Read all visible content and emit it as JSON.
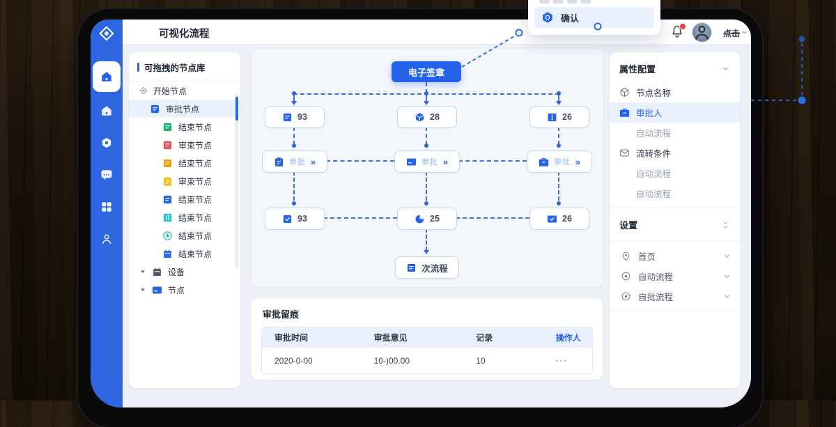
{
  "colors": {
    "accent": "#2563eb",
    "sidebar": "#2e66e0",
    "selected_bg": "#e9f1fd",
    "connector": "#3b6fe0",
    "green": "#19b567",
    "red": "#ee4a55",
    "orange": "#f49d0e",
    "yellow": "#f5be28",
    "blue": "#2563eb",
    "teal": "#22c3d6",
    "teal_dark": "#14b8a6",
    "gray": "#4a5568"
  },
  "header": {
    "title": "可视化流程",
    "user_name": "点击",
    "bell_icon": "bell-icon",
    "avatar_icon": "person-icon"
  },
  "popup": {
    "item_label": "确认",
    "item_icon": "hexagon-icon"
  },
  "node_library": {
    "title": "可拖拽的节点库",
    "items": [
      {
        "label": "开始节点",
        "icon": "diamond-outline-icon",
        "color": "#8a94a6"
      },
      {
        "label": "审批节点",
        "icon": "doc-icon",
        "color": "#2563eb",
        "selected": true
      },
      {
        "label": "结束节点",
        "icon": "doc-icon",
        "color": "#19b567"
      },
      {
        "label": "审束节点",
        "icon": "doc-icon",
        "color": "#ee4a55"
      },
      {
        "label": "结束节点",
        "icon": "doc-icon",
        "color": "#f49d0e"
      },
      {
        "label": "审束节点",
        "icon": "clipboard-icon",
        "color": "#f5be28"
      },
      {
        "label": "结束节点",
        "icon": "doc-icon",
        "color": "#2563eb"
      },
      {
        "label": "结束节点",
        "icon": "book-icon",
        "color": "#22c3d6"
      },
      {
        "label": "结束节点",
        "icon": "drop-circle-icon",
        "color": "#14b8a6"
      },
      {
        "label": "结束节点",
        "icon": "calendar-icon",
        "color": "#2563eb"
      },
      {
        "label": "设备",
        "icon": "calendar-icon",
        "color": "#4a5568",
        "group": true
      },
      {
        "label": "节点",
        "icon": "card-icon",
        "color": "#2563eb",
        "group": true
      }
    ]
  },
  "canvas": {
    "root_label": "电子签章",
    "row1": [
      {
        "icon": "doc-lines-icon",
        "value": "93"
      },
      {
        "icon": "cube-icon",
        "value": "28"
      },
      {
        "icon": "columns-icon",
        "value": "26"
      }
    ],
    "row2": [
      {
        "icon": "clipboard-icon",
        "ghost": "审批",
        "chevrons": "»"
      },
      {
        "icon": "card-icon",
        "ghost": "审批",
        "chevrons": "»"
      },
      {
        "icon": "briefcase-icon",
        "ghost": "审批",
        "chevrons": "»"
      }
    ],
    "row3": [
      {
        "icon": "doc-check-icon",
        "value": "93"
      },
      {
        "icon": "pie-icon",
        "value": "25"
      },
      {
        "icon": "mail-check-icon",
        "value": "26"
      }
    ],
    "end_label": "次流程",
    "end_icon": "doc-icon"
  },
  "trace_table": {
    "title": "审批留痕",
    "columns": [
      "审批时间",
      "审批意见",
      "记录",
      "操作人"
    ],
    "rows": [
      {
        "c1": "2020-0-00",
        "c2": "10-)00.00",
        "c3": "10",
        "c4": "···"
      }
    ]
  },
  "properties": {
    "title": "属性配置",
    "items": [
      {
        "label": "节点名称",
        "icon": "cube-outline-icon"
      },
      {
        "label": "审批人",
        "icon": "briefcase-icon",
        "selected": true
      },
      {
        "label": "自动流程",
        "sub": true
      },
      {
        "label": "流转条件",
        "icon": "mail-outline-icon"
      },
      {
        "label": "自动流程",
        "sub": true
      },
      {
        "label": "自动流程",
        "sub": true
      }
    ],
    "settings": {
      "title": "设置",
      "items": [
        {
          "label": "首页",
          "icon": "pin-icon"
        },
        {
          "label": "自动流程",
          "icon": "target-icon"
        },
        {
          "label": "自批流程",
          "icon": "target-icon"
        }
      ]
    }
  }
}
